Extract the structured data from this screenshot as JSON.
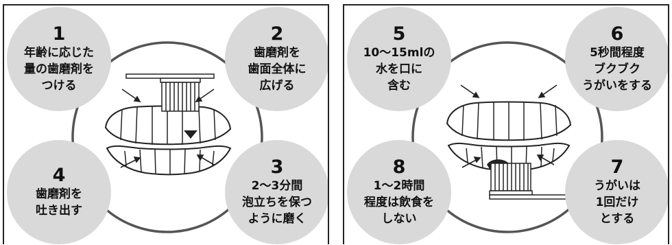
{
  "steps": [
    {
      "number": "1",
      "lines": [
        "年齢に応じた",
        "量の歯磨剤を",
        "つける"
      ]
    },
    {
      "number": "2",
      "lines": [
        "歯磨剤を",
        "歯面全体に",
        "広げる"
      ]
    },
    {
      "number": "3",
      "lines": [
        "2〜3分間",
        "泡立ちを保つ",
        "ように磨く"
      ]
    },
    {
      "number": "4",
      "lines": [
        "歯磨剤を",
        "吐き出す"
      ]
    },
    {
      "number": "5",
      "lines": [
        "10〜15mlの",
        "水を口に",
        "含む"
      ]
    },
    {
      "number": "6",
      "lines": [
        "5秒間程度",
        "ブクブク",
        "うがいをする"
      ]
    },
    {
      "number": "7",
      "lines": [
        "うがいは",
        "1回だけ",
        "とする"
      ]
    },
    {
      "number": "8",
      "lines": [
        "1〜2時間",
        "程度は飲食を",
        "しない"
      ]
    }
  ],
  "colors": {
    "step_circle_fill": "#d9d9d9",
    "outline": "#222222",
    "toothpaste": "#222222"
  },
  "icons": {
    "illustration_left": "teeth-with-toothbrush-top-icon",
    "illustration_right": "teeth-with-toothbrush-bottom-icon",
    "arrows": "arrow-icon"
  }
}
